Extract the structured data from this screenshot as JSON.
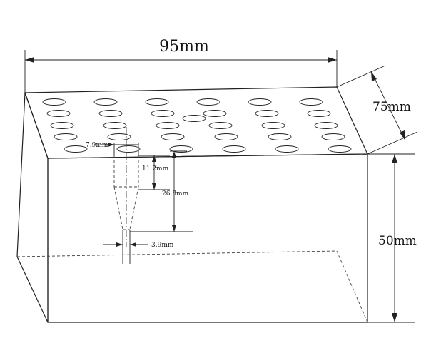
{
  "diagram": {
    "dimensions": {
      "width_label": "95mm",
      "depth_label": "75mm",
      "height_label": "50mm",
      "hole_diameter_label": "7.9mm",
      "taper_depth_label": "11.2mm",
      "hole_depth_label": "26.8mm",
      "tip_diameter_label": "3.9mm"
    },
    "hole_grid": {
      "columns": 6,
      "rows": 5
    }
  }
}
